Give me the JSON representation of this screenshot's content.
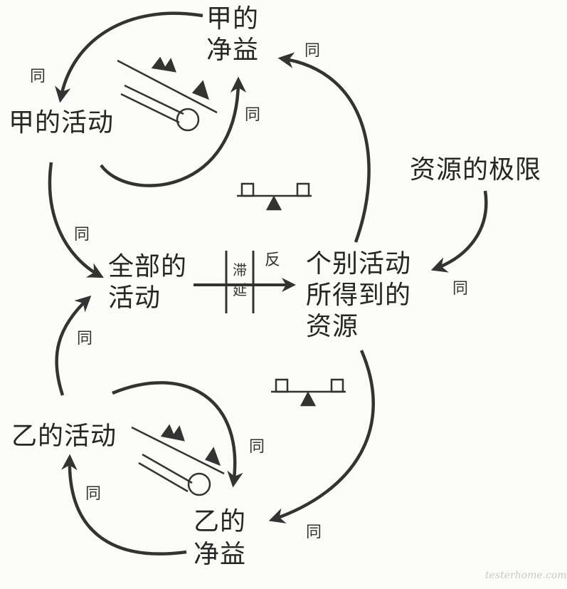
{
  "nodes": {
    "jia_net_l1": "甲的",
    "jia_net_l2": "净益",
    "jia_activity": "甲的活动",
    "resource_limit": "资源的极限",
    "total_l1": "全部的",
    "total_l2": "活动",
    "indiv_l1": "个别活动",
    "indiv_l2": "所得到的",
    "indiv_l3": "资源",
    "yi_activity": "乙的活动",
    "yi_net_l1": "乙的",
    "yi_net_l2": "净益"
  },
  "link_labels": {
    "jia_net_to_jia_act": "同",
    "jia_act_to_jia_net": "同",
    "indiv_to_jia_net": "同",
    "jia_act_to_total": "同",
    "yi_act_to_total": "同",
    "total_to_indiv": "反",
    "limit_to_indiv": "同",
    "yi_act_to_yi_net": "同",
    "indiv_to_yi_net": "同",
    "yi_net_to_yi_act": "同"
  },
  "delay": {
    "l1": "滞",
    "l2": "延"
  },
  "watermark": "testerhome.com",
  "colors": {
    "ink": "#2a2a2a",
    "arrow": "#3a3a3a",
    "background": "#fbfbf8"
  }
}
